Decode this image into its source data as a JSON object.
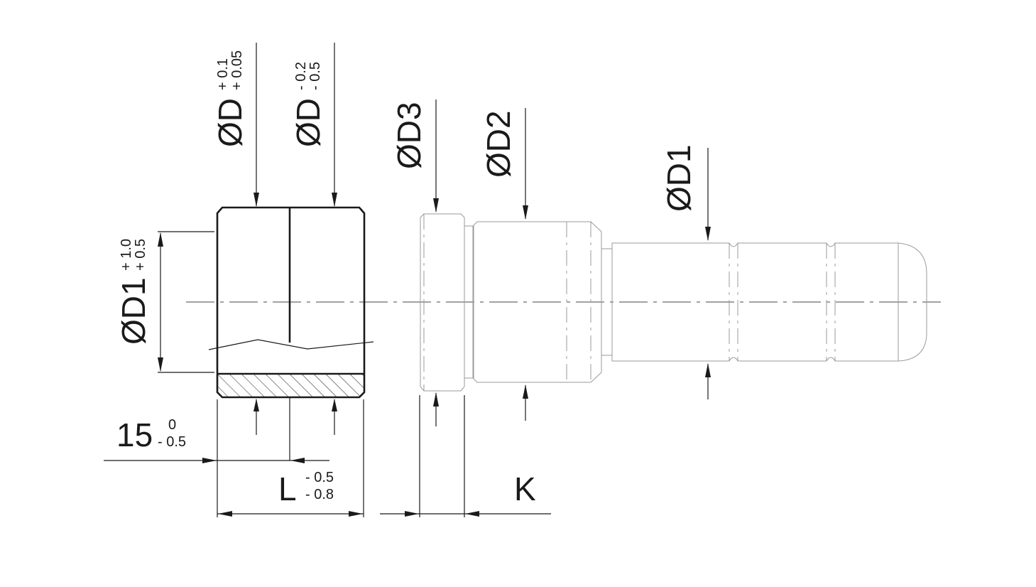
{
  "bushing": {
    "bore_tolerance_symbol": "ØD",
    "bore_tol_upper": "+ 0.1",
    "bore_tol_lower": "+ 0.05",
    "outer_tolerance_symbol": "ØD",
    "outer_tol_upper": "- 0.2",
    "outer_tol_lower": "- 0.5",
    "d1_symbol": "ØD1",
    "d1_tol_upper": "+ 1.0",
    "d1_tol_lower": "+ 0.5",
    "offset_value": "15",
    "offset_tol_upper": "0",
    "offset_tol_lower": "- 0.5",
    "length_symbol": "L",
    "length_tol_upper": "- 0.5",
    "length_tol_lower": "- 0.8"
  },
  "pin": {
    "d3_symbol": "ØD3",
    "d2_symbol": "ØD2",
    "d1_symbol": "ØD1",
    "head_thickness_symbol": "K"
  }
}
